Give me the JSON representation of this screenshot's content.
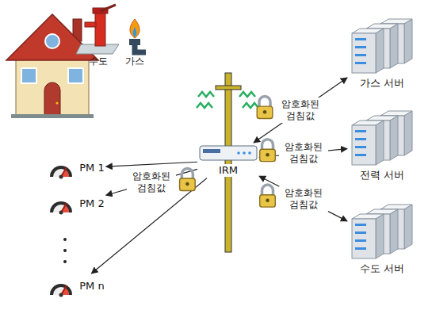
{
  "diagram": {
    "nodes": [
      {
        "text": [
          "PM 1"
        ]
      },
      {
        "text": [
          "PM 2"
        ]
      },
      {
        "text": [
          "PM n"
        ]
      },
      {
        "text": [
          "IRM"
        ]
      },
      {
        "text": [
          "가스 서버"
        ]
      },
      {
        "text": [
          "전력 서버"
        ]
      },
      {
        "text": [
          "수도 서버"
        ]
      }
    ],
    "edges": [
      {
        "from": 3,
        "to": 0,
        "arrow": "to"
      },
      {
        "from": 3,
        "to": 1,
        "arrow": "to",
        "label": "암호화된 검침값"
      },
      {
        "from": 3,
        "to": 2,
        "arrow": "to"
      },
      {
        "from": 3,
        "to": 4,
        "arrow": "both",
        "label": "암호화된 검침값"
      },
      {
        "from": 3,
        "to": 5,
        "arrow": "both",
        "label": "암호화된 검침값"
      },
      {
        "from": 3,
        "to": 6,
        "arrow": "both",
        "label": "암호화된 검침값"
      }
    ],
    "labels": [
      "수도",
      "가스"
    ]
  }
}
